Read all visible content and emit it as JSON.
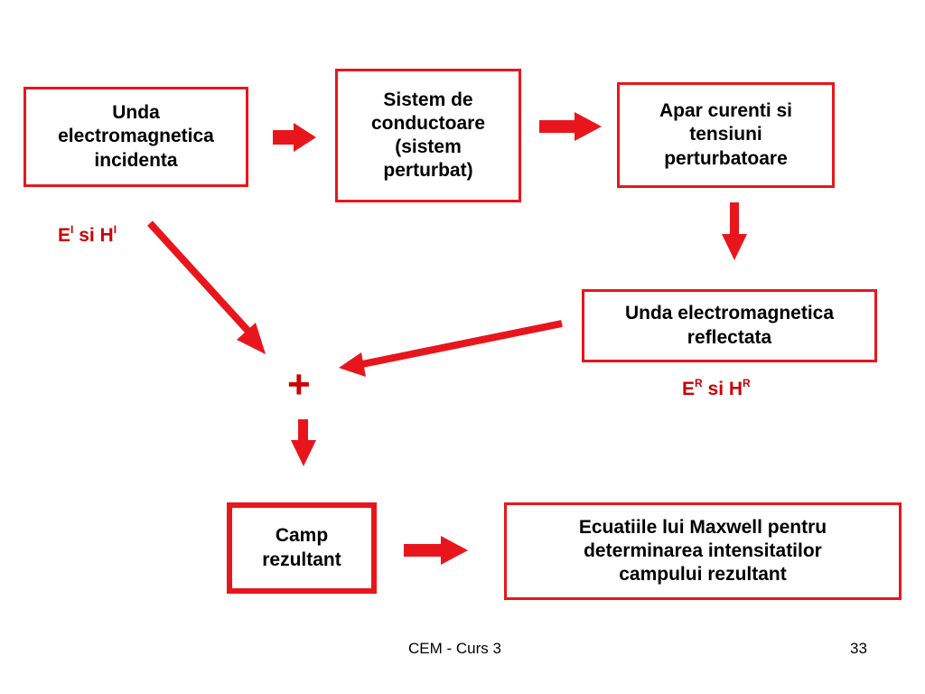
{
  "boxes": {
    "incident_wave": {
      "lines": [
        "Unda",
        "electromagnetica",
        "incidenta"
      ]
    },
    "conductor_system": {
      "lines": [
        "Sistem de",
        "conductoare",
        "(sistem",
        "perturbat)"
      ]
    },
    "disturbing_currents": {
      "lines": [
        "Apar curenti si",
        "tensiuni",
        "perturbatoare"
      ]
    },
    "reflected_wave": {
      "lines": [
        "Unda electromagnetica",
        "reflectata"
      ]
    },
    "resulting_field": {
      "lines": [
        "Camp",
        "rezultant"
      ]
    },
    "maxwell_equations": {
      "lines": [
        "Ecuatiile lui Maxwell pentru",
        "determinarea intensitatilor",
        "campului rezultant"
      ]
    }
  },
  "labels": {
    "incident_fields": {
      "e": "E",
      "e_sup": "I",
      "mid": " si H",
      "h_sup": "I"
    },
    "reflected_fields": {
      "e": "E",
      "e_sup": "R",
      "mid": " si H",
      "h_sup": "R"
    },
    "plus": "+"
  },
  "footer": {
    "course": "CEM - Curs 3",
    "page_number": "33"
  },
  "colors": {
    "accent": "#e8161c",
    "label": "#cc0000"
  }
}
